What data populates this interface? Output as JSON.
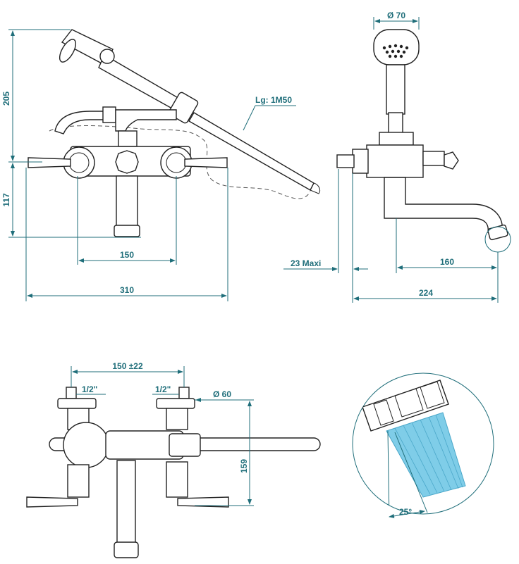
{
  "colors": {
    "dimension": "#1f6e7a",
    "outline": "#222222",
    "spray": "#7fcde8"
  },
  "front_view": {
    "height_205": "205",
    "height_117": "117",
    "hose_length": "Lg: 1M50",
    "spacing_150": "150",
    "width_310": "310"
  },
  "side_view": {
    "shower_diameter": "Ø 70",
    "wall_offset": "23  Maxi",
    "spout_reach": "160",
    "total_depth": "224"
  },
  "top_view": {
    "spacing": "150 ±22",
    "thread_left": "1/2\"",
    "thread_right": "1/2\"",
    "diameter": "Ø  60",
    "height": "159"
  },
  "detail": {
    "spray_angle": "25°"
  }
}
